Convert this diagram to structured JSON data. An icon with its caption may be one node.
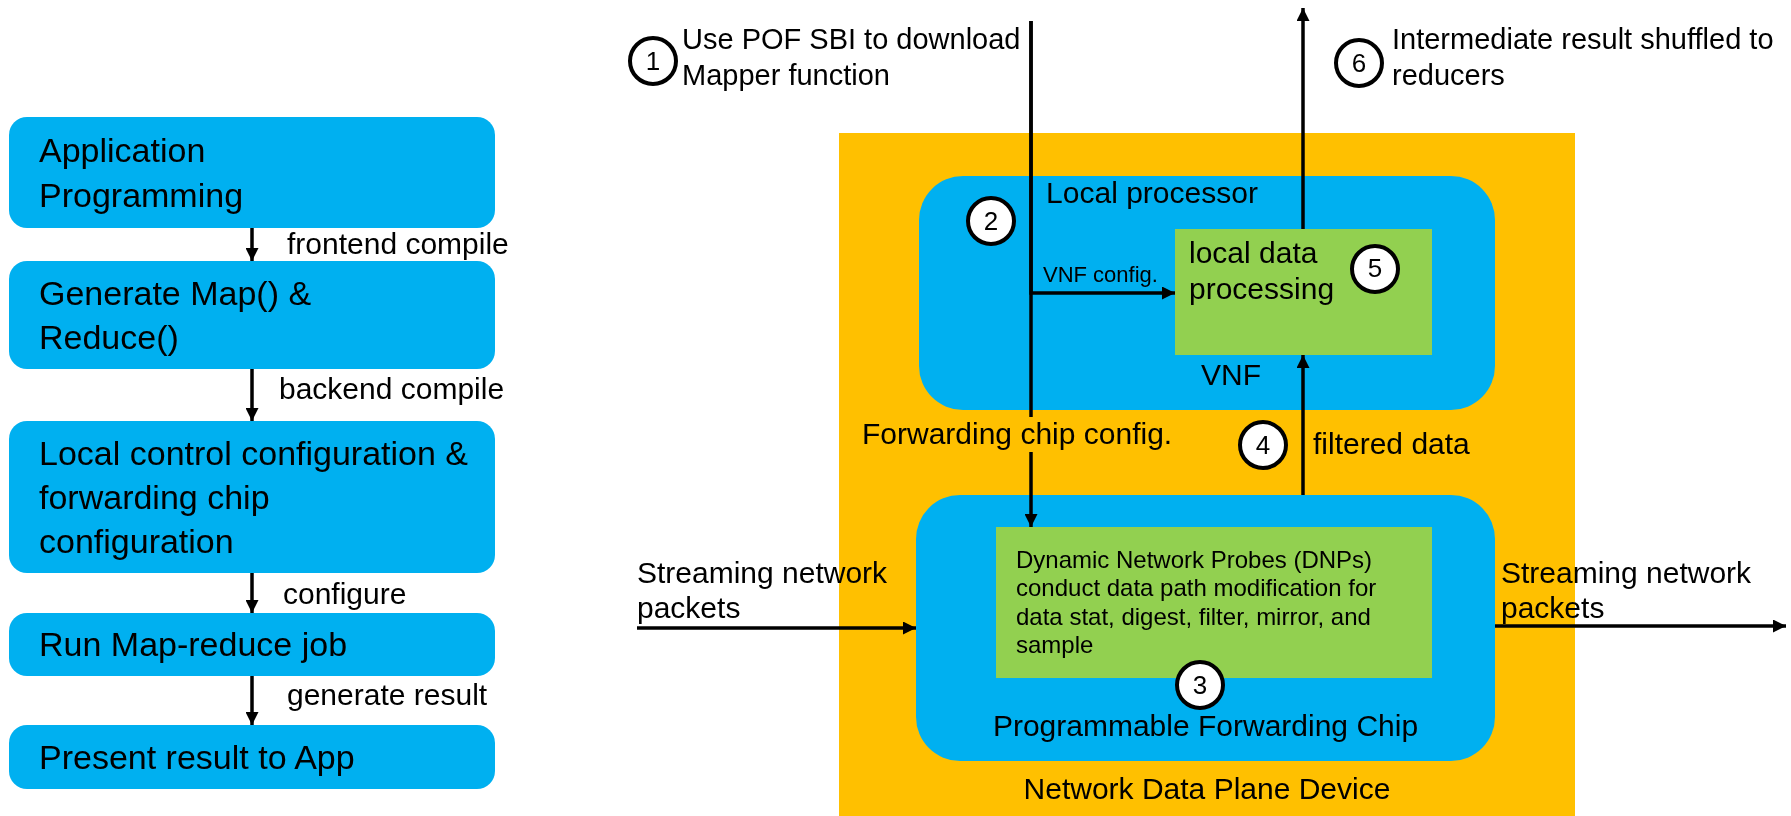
{
  "diagram": {
    "nodes": [
      {
        "text": [
          "Application Programming"
        ]
      },
      {
        "text": [
          "Generate Map() & Reduce()"
        ]
      },
      {
        "text": [
          "Local control configuration & forwarding chip configuration"
        ]
      },
      {
        "text": [
          "Run Map-reduce job"
        ]
      },
      {
        "text": [
          "Present result to App"
        ]
      },
      {
        "text": [
          "1"
        ]
      },
      {
        "text": [
          "6"
        ]
      },
      {
        "text": [
          "Network Data Plane Device"
        ]
      },
      {
        "text": [
          "Local processor"
        ],
        "in": 7
      },
      {
        "text": [
          "2"
        ],
        "in": 8
      },
      {
        "text": [
          "local data processing"
        ],
        "in": 8,
        "beside": [
          "VNF"
        ]
      },
      {
        "text": [
          "5"
        ],
        "in": 10
      },
      {
        "text": [
          "4"
        ],
        "in": 7
      },
      {
        "text": [
          "Programmable Forwarding Chip"
        ],
        "in": 7
      },
      {
        "text": [
          "Dynamic Network Probes (DNPs) conduct data path modification for data stat, digest, filter, mirror, and sample"
        ],
        "in": 13
      },
      {
        "text": [
          "3"
        ],
        "in": 13
      },
      {
        "text": [
          "Use POF SBI to download Mapper function"
        ]
      }
    ],
    "edges": [
      {
        "from": 0,
        "to": 1,
        "arrow": "to",
        "label": "frontend compile"
      },
      {
        "from": 1,
        "to": 2,
        "arrow": "to",
        "label": "backend compile"
      },
      {
        "from": 2,
        "to": 3,
        "arrow": "to",
        "label": "configure"
      },
      {
        "from": 3,
        "to": 4,
        "arrow": "to",
        "label": "generate result"
      },
      {
        "from": 16,
        "to": 14,
        "arrow": "to",
        "label": "Forwarding chip config."
      },
      {
        "from": 16,
        "to": 10,
        "arrow": "to",
        "label": "VNF config."
      },
      {
        "from": 10,
        "to": 6,
        "arrow": "to"
      },
      {
        "from": 13,
        "to": 10,
        "arrow": "to",
        "label": "filtered data"
      },
      {
        "from": null,
        "to": 13,
        "arrow": "to",
        "label": "Streaming network packets"
      },
      {
        "from": 13,
        "to": null,
        "arrow": "to",
        "label": "Streaming network packets"
      }
    ],
    "labels": [
      "Intermediate result shuffled to reducers"
    ]
  }
}
